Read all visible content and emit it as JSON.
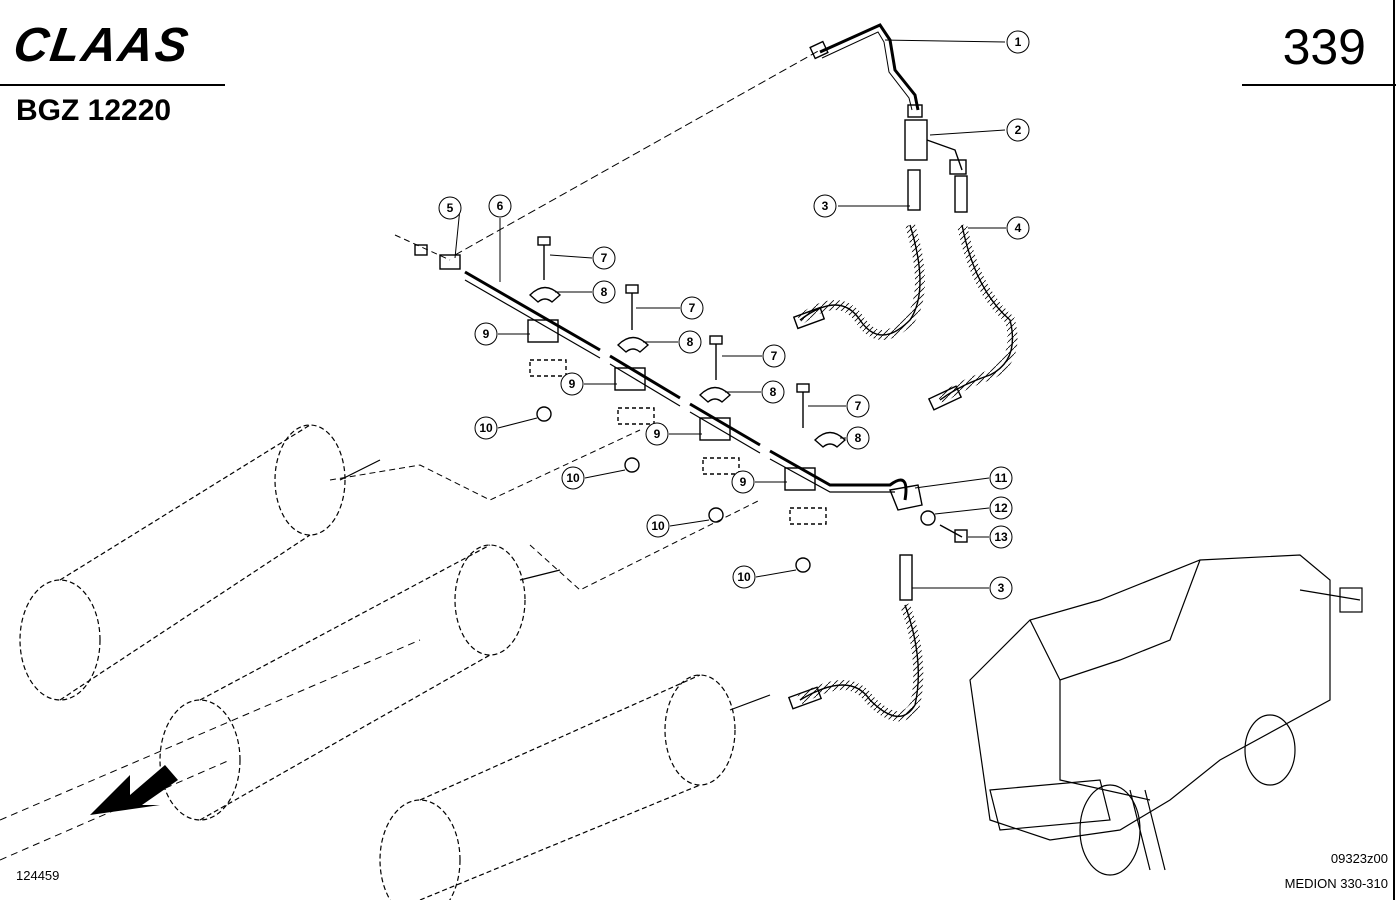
{
  "header": {
    "brand": "CLAAS",
    "code": "BGZ 12220",
    "page": "339"
  },
  "footer": {
    "drawing_ref": "09323z00",
    "model": "MEDION 330-310",
    "figure_no": "124459"
  },
  "callouts": [
    "1",
    "2",
    "3",
    "4",
    "5",
    "6",
    "7",
    "7",
    "7",
    "7",
    "8",
    "8",
    "8",
    "8",
    "9",
    "9",
    "9",
    "9",
    "10",
    "10",
    "10",
    "10",
    "11",
    "12",
    "13",
    "3"
  ],
  "icons": [
    "combine-harvester-illustration",
    "direction-arrow-icon"
  ]
}
